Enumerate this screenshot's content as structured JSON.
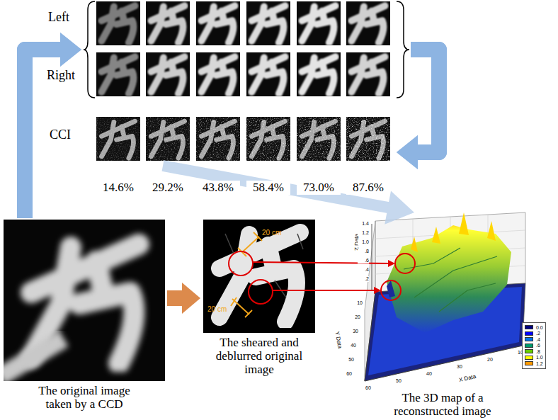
{
  "diagram": {
    "nodes": [
      {
        "text": [
          "Left"
        ]
      },
      {
        "text": [
          "Right"
        ]
      },
      {
        "text": [
          "CCI"
        ]
      },
      {
        "text": [
          "The original image taken by a CCD"
        ]
      },
      {
        "text": [
          "The sheared and deblurred original image"
        ]
      },
      {
        "text": [
          "The 3D map of a reconstructed image"
        ]
      }
    ],
    "edges": [
      {
        "from": 3,
        "to": 0,
        "arrow": "to"
      },
      {
        "from": 3,
        "to": 1,
        "arrow": "to"
      },
      {
        "from": 0,
        "to": 2,
        "arrow": "to"
      },
      {
        "from": 1,
        "to": 2,
        "arrow": "to"
      },
      {
        "from": 3,
        "to": 4,
        "arrow": "to"
      },
      {
        "from": 2,
        "to": 5,
        "arrow": "to"
      },
      {
        "from": 4,
        "to": 5,
        "arrow": "to"
      },
      {
        "from": 4,
        "to": 5,
        "arrow": "to"
      }
    ],
    "labels": [
      "14.6%",
      "29.2%",
      "43.8%",
      "58.4%",
      "73.0%",
      "87.6%",
      "20 cm",
      "20 cm",
      "Z Data",
      "Y Data",
      "X Data",
      "1.4",
      "1.2",
      "1.0",
      ".8",
      ".6",
      ".4",
      ".2",
      "10",
      "20",
      "30",
      "40",
      "50",
      "60",
      "60",
      "50",
      "40",
      "30",
      "20",
      "10"
    ],
    "legend": [
      {
        "text": "0.0",
        "color": "#00007f"
      },
      {
        "text": ".2",
        "color": "#0000ff"
      },
      {
        "text": ".4",
        "color": "#0073e6"
      },
      {
        "text": ".6",
        "color": "#00996b"
      },
      {
        "text": ".8",
        "color": "#66cc00"
      },
      {
        "text": "1.0",
        "color": "#ffff00"
      },
      {
        "text": "1.2",
        "color": "#ff9900"
      }
    ]
  }
}
